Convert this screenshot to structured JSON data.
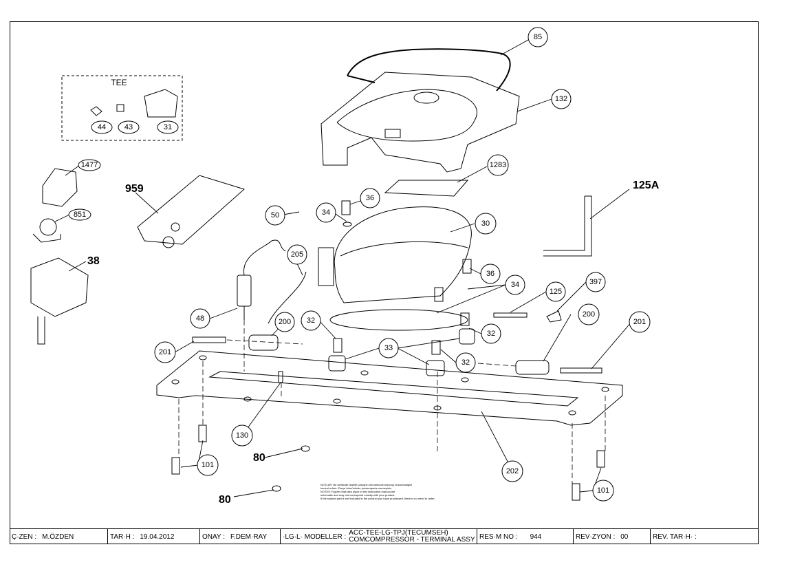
{
  "tee_box": {
    "label": "TEE"
  },
  "callouts": {
    "c85": "85",
    "c132": "132",
    "c1283": "1283",
    "c36a": "36",
    "c34a": "34",
    "c50": "50",
    "c30": "30",
    "c36b": "36",
    "c34b": "34",
    "c125": "125",
    "c397": "397",
    "c205": "205",
    "c48": "48",
    "c200a": "200",
    "c32a": "32",
    "c200b": "200",
    "c201a": "201",
    "c32b": "32",
    "c33": "33",
    "c32c": "32",
    "c201b": "201",
    "c130": "130",
    "c101a": "101",
    "c202": "202",
    "c101b": "101",
    "c44": "44",
    "c43": "43",
    "c31": "31",
    "c1477": "1477",
    "c851": "851"
  },
  "big_labels": {
    "l959": "959",
    "l125A": "125A",
    "l38": "38",
    "l80a": "80",
    "l80b": "80"
  },
  "notes": {
    "n1": "NOTLAR: Bu sembolle isaretli parçanin ürününüzde bulunup bulunmadigini",
    "n2": "kontrol ediniz. Parça ürününüzde yoksa siparis vermeyiniz.",
    "n3": "NOTES: Figures that take place in this instruction manual are",
    "n4": "schematic and may not correspond exactly with your product.",
    "n5": "If the subject part is not included in the product you have purchased, there is no need to order."
  },
  "title_block": {
    "cizen_label": "Ç·ZEN :",
    "cizen_value": "M.ÖZDEN",
    "tarih_label": "TAR·H :",
    "tarih_value": "19.04.2012",
    "onay_label": "ONAY :",
    "onay_value": "F.DEM·RAY",
    "modeller_label": "·LG·L· MODELLER :",
    "model_line1": "ACC-TEE-LG-TPJ(TECUMSEH)",
    "model_line2": "COMCOMPRESSOR - TERMINAL ASSY",
    "resim_label": "RES·M NO :",
    "resim_value": "944",
    "revizyon_label": "REV·ZYON :",
    "revizyon_value": "00",
    "revtarih_label": "REV. TAR·H· :",
    "revtarih_value": ""
  }
}
